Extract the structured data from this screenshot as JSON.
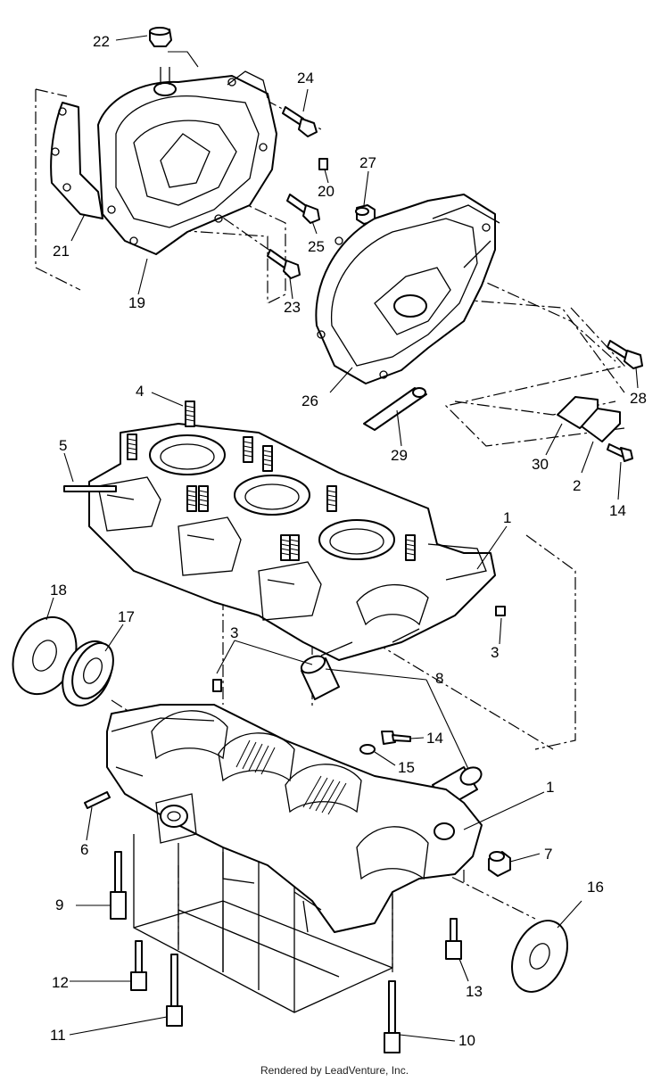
{
  "callouts": [
    {
      "id": "22",
      "label": "22"
    },
    {
      "id": "24",
      "label": "24"
    },
    {
      "id": "27",
      "label": "27"
    },
    {
      "id": "20",
      "label": "20"
    },
    {
      "id": "21",
      "label": "21"
    },
    {
      "id": "25",
      "label": "25"
    },
    {
      "id": "19",
      "label": "19"
    },
    {
      "id": "23",
      "label": "23"
    },
    {
      "id": "28",
      "label": "28"
    },
    {
      "id": "26",
      "label": "26"
    },
    {
      "id": "4",
      "label": "4"
    },
    {
      "id": "29",
      "label": "29"
    },
    {
      "id": "5",
      "label": "5"
    },
    {
      "id": "30",
      "label": "30"
    },
    {
      "id": "2",
      "label": "2"
    },
    {
      "id": "14a",
      "label": "14"
    },
    {
      "id": "1a",
      "label": "1"
    },
    {
      "id": "18",
      "label": "18"
    },
    {
      "id": "17",
      "label": "17"
    },
    {
      "id": "3a",
      "label": "3"
    },
    {
      "id": "3b",
      "label": "3"
    },
    {
      "id": "8",
      "label": "8"
    },
    {
      "id": "14b",
      "label": "14"
    },
    {
      "id": "15",
      "label": "15"
    },
    {
      "id": "1b",
      "label": "1"
    },
    {
      "id": "6",
      "label": "6"
    },
    {
      "id": "7",
      "label": "7"
    },
    {
      "id": "9",
      "label": "9"
    },
    {
      "id": "16",
      "label": "16"
    },
    {
      "id": "12",
      "label": "12"
    },
    {
      "id": "13",
      "label": "13"
    },
    {
      "id": "11",
      "label": "11"
    },
    {
      "id": "10",
      "label": "10"
    }
  ],
  "footer": "Rendered by LeadVenture, Inc."
}
